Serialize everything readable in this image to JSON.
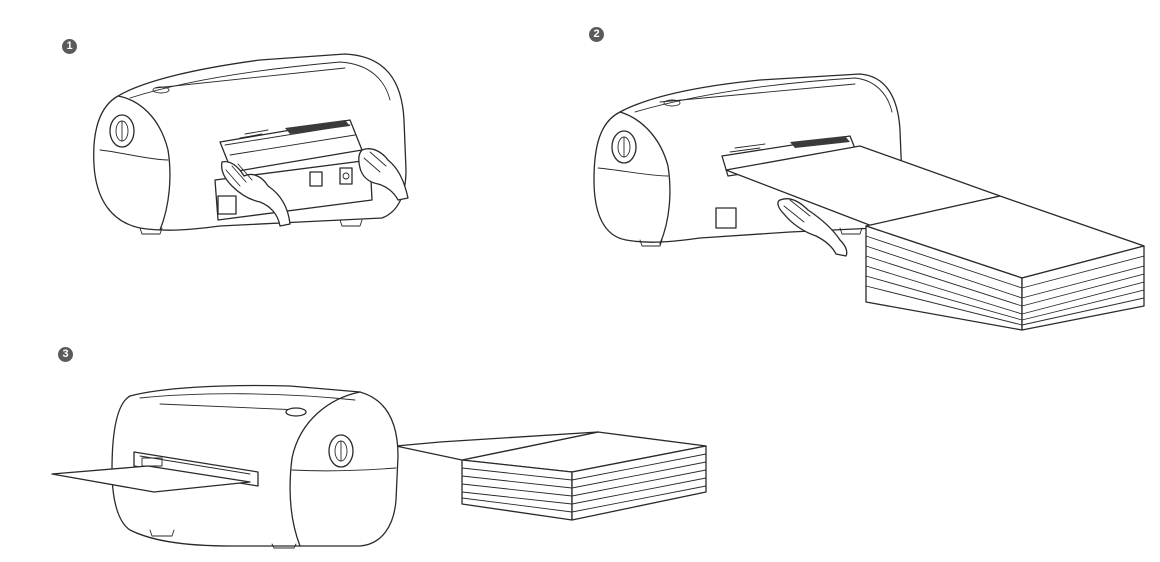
{
  "colors": {
    "badge": "#5a5a5a",
    "line": "#2a2a2a",
    "background": "#ffffff"
  },
  "steps": [
    {
      "number": "1"
    },
    {
      "number": "2"
    },
    {
      "number": "3"
    }
  ]
}
